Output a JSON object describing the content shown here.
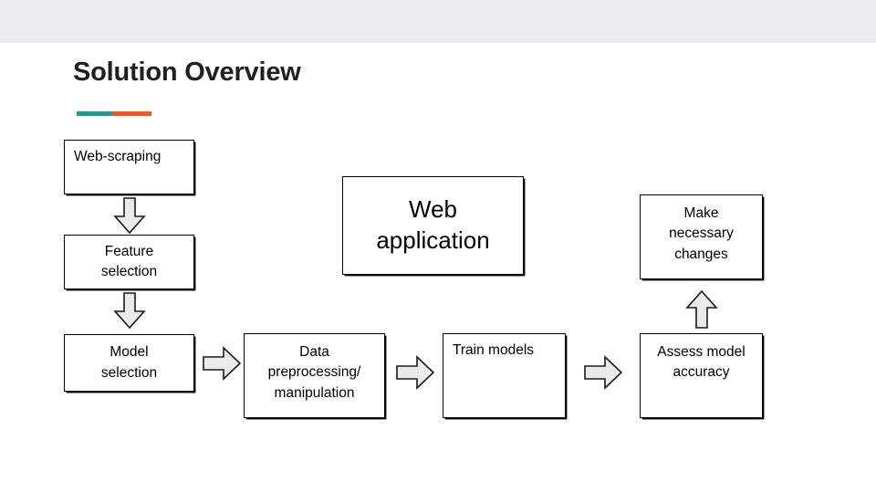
{
  "slide": {
    "title": "Solution Overview",
    "background_color": "#ffffff",
    "band_color": "#e8ecee",
    "accent_colors": {
      "teal": "#1a9e8f",
      "orange": "#f05a1e"
    },
    "title_color": "#231f20"
  },
  "diagram": {
    "type": "flowchart",
    "node_fill": "#ffffff",
    "node_stroke": "#000000",
    "arrow_fill": "#eaeaea",
    "arrow_stroke": "#1a1a1a",
    "nodes": [
      {
        "id": "web-scraping",
        "label": "Web-scraping"
      },
      {
        "id": "feature-selection",
        "label": "Feature\nselection"
      },
      {
        "id": "model-selection",
        "label": "Model\nselection"
      },
      {
        "id": "data-preprocessing",
        "label": "Data\npreprocessing/\nmanipulation"
      },
      {
        "id": "train-models",
        "label": "Train models"
      },
      {
        "id": "assess-accuracy",
        "label": "Assess model\naccuracy"
      },
      {
        "id": "make-changes",
        "label": "Make\nnecessary\nchanges"
      },
      {
        "id": "web-application",
        "label": "Web\napplication"
      }
    ],
    "arrows": [
      {
        "id": "web-scraping-to-feature-selection",
        "direction": "down"
      },
      {
        "id": "feature-selection-to-model-selection",
        "direction": "down"
      },
      {
        "id": "model-selection-to-data-preprocessing",
        "direction": "right"
      },
      {
        "id": "data-preprocessing-to-train-models",
        "direction": "right"
      },
      {
        "id": "train-models-to-assess-accuracy",
        "direction": "right"
      },
      {
        "id": "assess-accuracy-to-make-changes",
        "direction": "up"
      }
    ]
  }
}
